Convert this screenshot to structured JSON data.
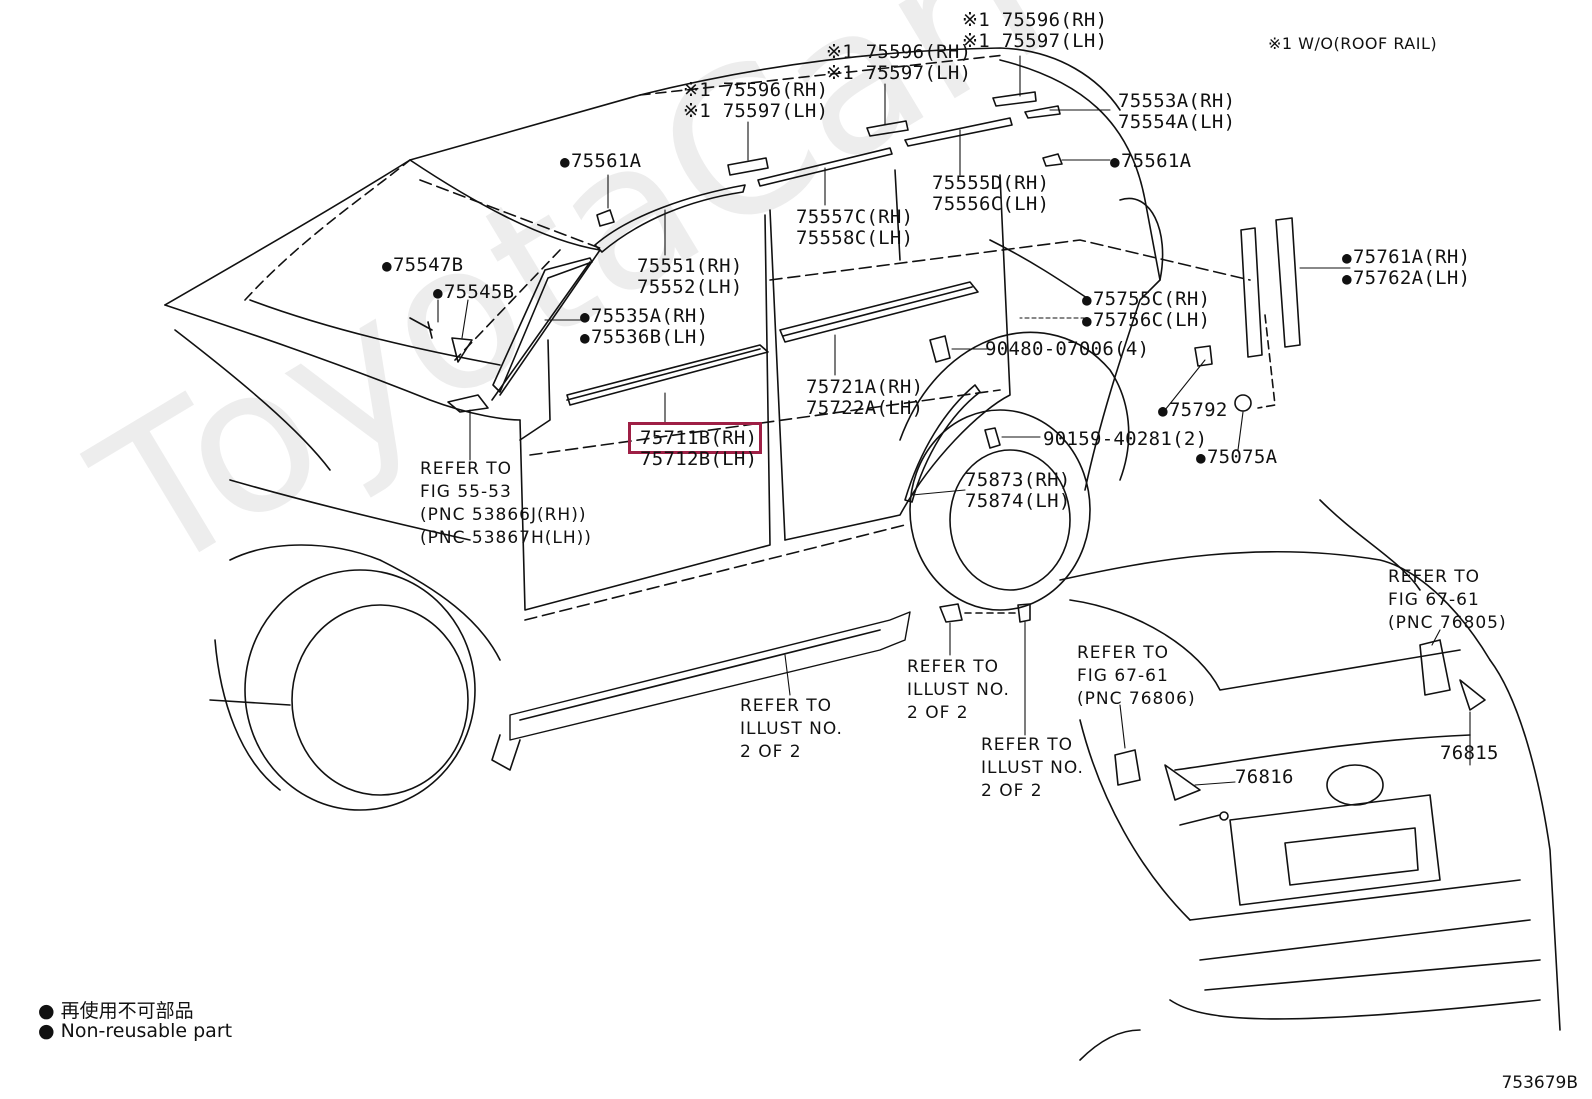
{
  "watermark": "ToyotaCarParts.ru",
  "note": "※1 W/O(ROOF RAIL)",
  "figure_number": "753679B",
  "highlight_color": "#9e1f45",
  "legend": {
    "line1": "再使用不可部品",
    "line2": "Non-reusable part"
  },
  "labels": {
    "p75596_top_rh": "※1 75596(RH)",
    "p75597_top_lh": "※1 75597(LH)",
    "p75596_mid_rh": "※1 75596(RH)",
    "p75597_mid_lh": "※1 75597(LH)",
    "p75596_low_rh": "※1 75596(RH)",
    "p75597_low_lh": "※1 75597(LH)",
    "p75553a": "75553A(RH)",
    "p75554a": "75554A(LH)",
    "p75561a_left": "75561A",
    "p75561a_right": "75561A",
    "p75555d": "75555D(RH)",
    "p75556c": "75556C(LH)",
    "p75557c": "75557C(RH)",
    "p75558c": "75558C(LH)",
    "p75551": "75551(RH)",
    "p75552": "75552(LH)",
    "p75547b": "75547B",
    "p75545b": "75545B",
    "p75535a": "75535A(RH)",
    "p75536b": "75536B(LH)",
    "p75761a": "75761A(RH)",
    "p75762a": "75762A(LH)",
    "p75755c": "75755C(RH)",
    "p75756c": "75756C(LH)",
    "p90480": "90480-07006(4)",
    "p75721a": "75721A(RH)",
    "p75722a": "75722A(LH)",
    "p75792": "75792",
    "p75711b": "75711B(RH)",
    "p75712b": "75712B(LH)",
    "p90159": "90159-40281(2)",
    "p75075a": "75075A",
    "p75873": "75873(RH)",
    "p75874": "75874(LH)",
    "p76816": "76816",
    "p76815": "76815"
  },
  "refs": {
    "fig55": "REFER TO\nFIG 55-53\n(PNC 53866J(RH))\n(PNC 53867H(LH))",
    "illust_rocker": "REFER TO\nILLUST NO.\n2 OF 2",
    "illust_clip1": "REFER TO\nILLUST NO.\n2 OF 2",
    "illust_clip2": "REFER TO\nILLUST NO.\n2 OF 2",
    "fig67_left": "REFER TO\nFIG 67-61\n(PNC 76806)",
    "fig67_right": "REFER TO\nFIG 67-61\n(PNC 76805)"
  }
}
